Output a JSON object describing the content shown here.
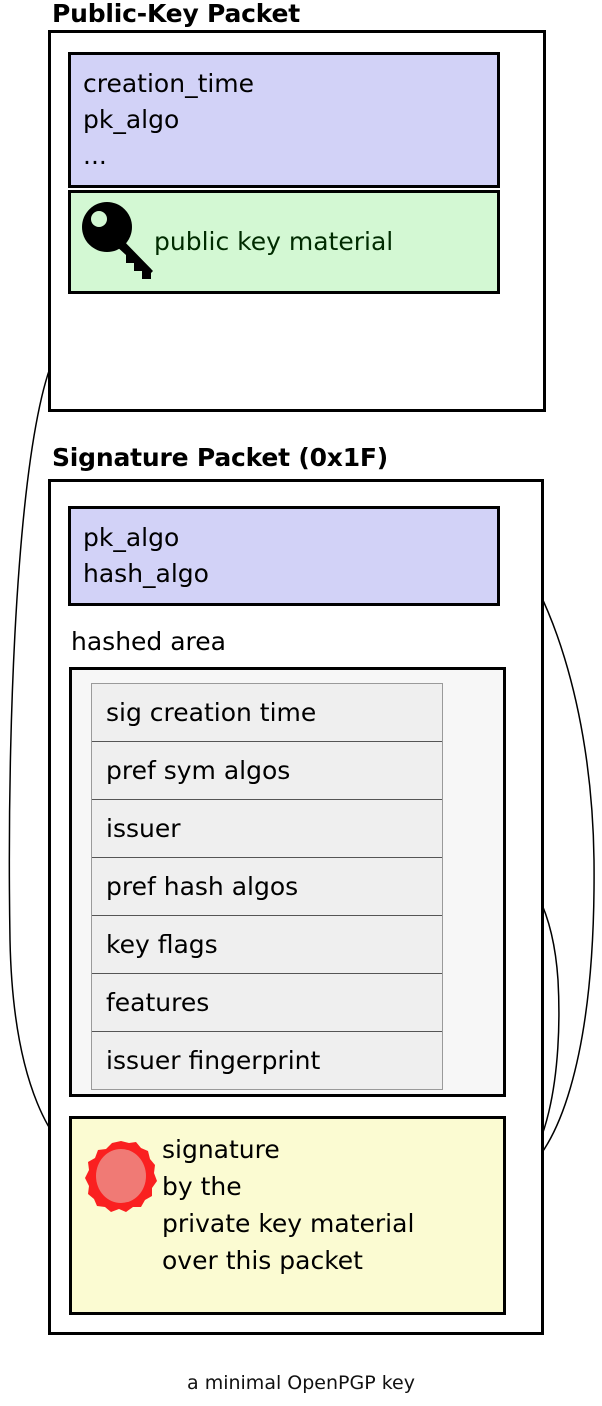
{
  "diagram": {
    "caption": "a minimal OpenPGP key",
    "colors": {
      "lavender": "#d2d2f7",
      "green": "#d3f8d3",
      "yellow": "#fbfbd2",
      "hashed_area_bg": "#f7f7f7",
      "subpacket_bg": "#efefef",
      "seal_outer": "#fa2020",
      "seal_inner": "#f07a75",
      "key_icon": "#000000",
      "stroke": "#000000"
    }
  },
  "public_key_packet": {
    "title": "Public-Key Packet",
    "header_fields": {
      "lines": "creation_time\npk_algo\n...",
      "line_items": [
        "creation_time",
        "pk_algo",
        "..."
      ]
    },
    "key_material": {
      "label": "public key material",
      "icon": "key-icon"
    }
  },
  "signature_packet": {
    "title": "Signature Packet (0x1F)",
    "algo_fields": {
      "lines": "pk_algo\nhash_algo",
      "line_items": [
        "pk_algo",
        "hash_algo"
      ]
    },
    "hashed_area": {
      "label": "hashed area",
      "subpackets": [
        "sig creation time",
        "pref sym algos",
        "issuer",
        "pref hash algos",
        "key flags",
        "features",
        "issuer fingerprint"
      ]
    },
    "signature": {
      "icon": "wax-seal-icon",
      "lines": "signature\nby the\nprivate key material\nover this packet",
      "line_items": [
        "signature",
        "by the",
        "private key material",
        "over this packet"
      ]
    }
  },
  "connectors": [
    {
      "name": "public-key-to-signature",
      "from": "public-key-packet",
      "to": "signature-box",
      "arrowhead": "end"
    },
    {
      "name": "signature-to-algo-fields",
      "from": "signature-box",
      "to": "signature-algo-fields",
      "arrowhead": "end"
    },
    {
      "name": "signature-to-hashed-area",
      "from": "signature-box",
      "to": "hashed-area",
      "arrowhead": "end"
    }
  ]
}
